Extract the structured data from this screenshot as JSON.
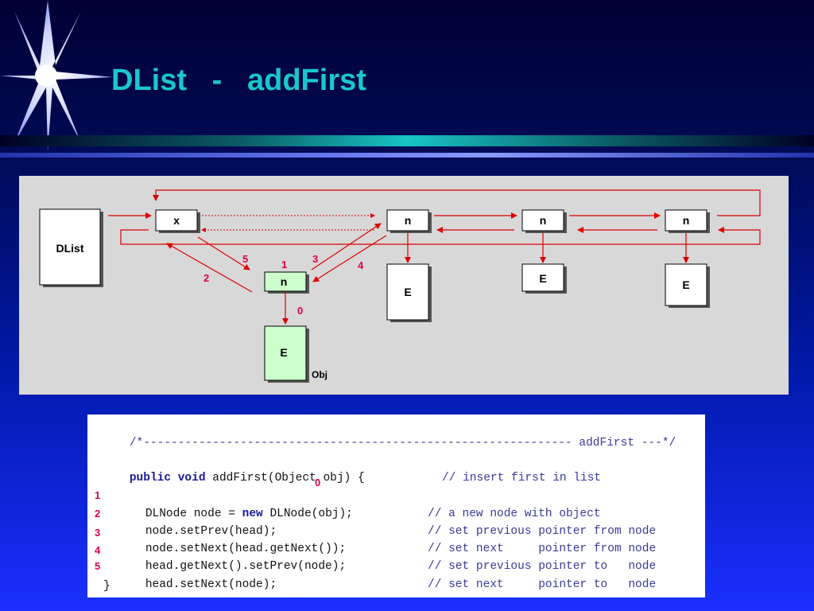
{
  "title": "DList   -   addFirst",
  "diagram": {
    "dlist_label": "DList",
    "head_label": "x",
    "node_label": "n",
    "new_node_label": "n",
    "element_label": "E",
    "obj_label": "Obj",
    "step_labels": [
      "0",
      "1",
      "2",
      "3",
      "4",
      "5"
    ]
  },
  "code": {
    "header_comment": "/*-------------------------------------------------------------- addFirst ---*/",
    "signature_kw1": "public",
    "signature_kw2": "void",
    "signature_rest": "addFirst(Object obj) {",
    "signature_comment": "// insert first in list",
    "marker_zero": "0",
    "lines": [
      {
        "number": "1",
        "pre": "DLNode node = ",
        "kw": "new",
        "post": "DLNode(obj);",
        "comment": "// a new node with object"
      },
      {
        "number": "2",
        "pre": "node.setPrev(head);",
        "kw": "",
        "post": "",
        "comment": "// set previous pointer from node"
      },
      {
        "number": "3",
        "pre": "node.setNext(head.getNext());",
        "kw": "",
        "post": "",
        "comment": "// set next     pointer from node"
      },
      {
        "number": "4",
        "pre": "head.getNext().setPrev(node);",
        "kw": "",
        "post": "",
        "comment": "// set previous pointer to   node"
      },
      {
        "number": "5",
        "pre": "head.setNext(node);",
        "kw": "",
        "post": "",
        "comment": "// set next     pointer to   node"
      }
    ],
    "closing": "}"
  },
  "colors": {
    "title": "#19c8c8",
    "arrow": "#dd0000",
    "step_number": "#e0004a",
    "new_node_fill": "#ccffcc",
    "panel_bg": "#d8d8d8"
  }
}
